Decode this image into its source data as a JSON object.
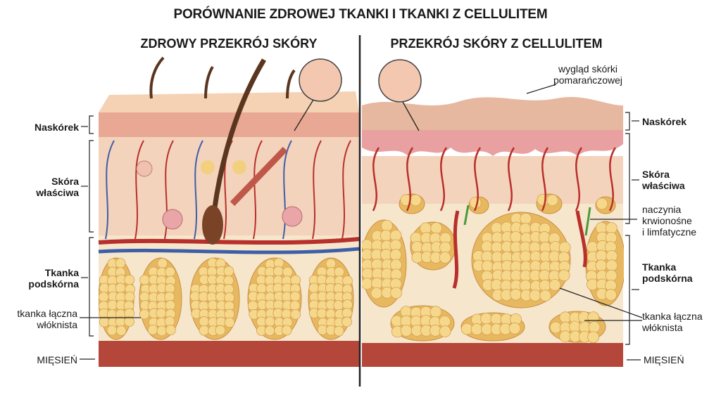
{
  "title": "PORÓWNANIE ZDROWEJ TKANKI I TKANKI Z CELLULITEM",
  "left_panel": {
    "heading": "ZDROWY PRZEKRÓJ SKÓRY",
    "labels": {
      "epidermis": "Naskórek",
      "dermis_1": "Skóra",
      "dermis_2": "właściwa",
      "subcutis_1": "Tkanka",
      "subcutis_2": "podskórna",
      "connective_1": "tkanka łączna",
      "connective_2": "włóknista",
      "muscle": "MIĘSIEŃ"
    }
  },
  "right_panel": {
    "heading": "PRZEKRÓJ SKÓRY Z CELLULITEM",
    "labels": {
      "orange_peel_1": "wygląd skórki",
      "orange_peel_2": "pomarańczowej",
      "epidermis": "Naskórek",
      "dermis_1": "Skóra",
      "dermis_2": "właściwa",
      "vessels_1": "naczynia",
      "vessels_2": "krwionośne",
      "vessels_3": "i limfatyczne",
      "subcutis_1": "Tkanka",
      "subcutis_2": "podskórna",
      "connective_1": "tkanka łączna",
      "connective_2": "włóknista",
      "muscle": "MIĘSIEŃ"
    }
  },
  "colors": {
    "skin": "#f2c9a8",
    "epidermis": "#e9a893",
    "dermis": "#f3d0b8",
    "fat": "#f2cf7e",
    "muscle": "#b5473a",
    "artery": "#b8302b",
    "vein": "#3d5fa8"
  }
}
